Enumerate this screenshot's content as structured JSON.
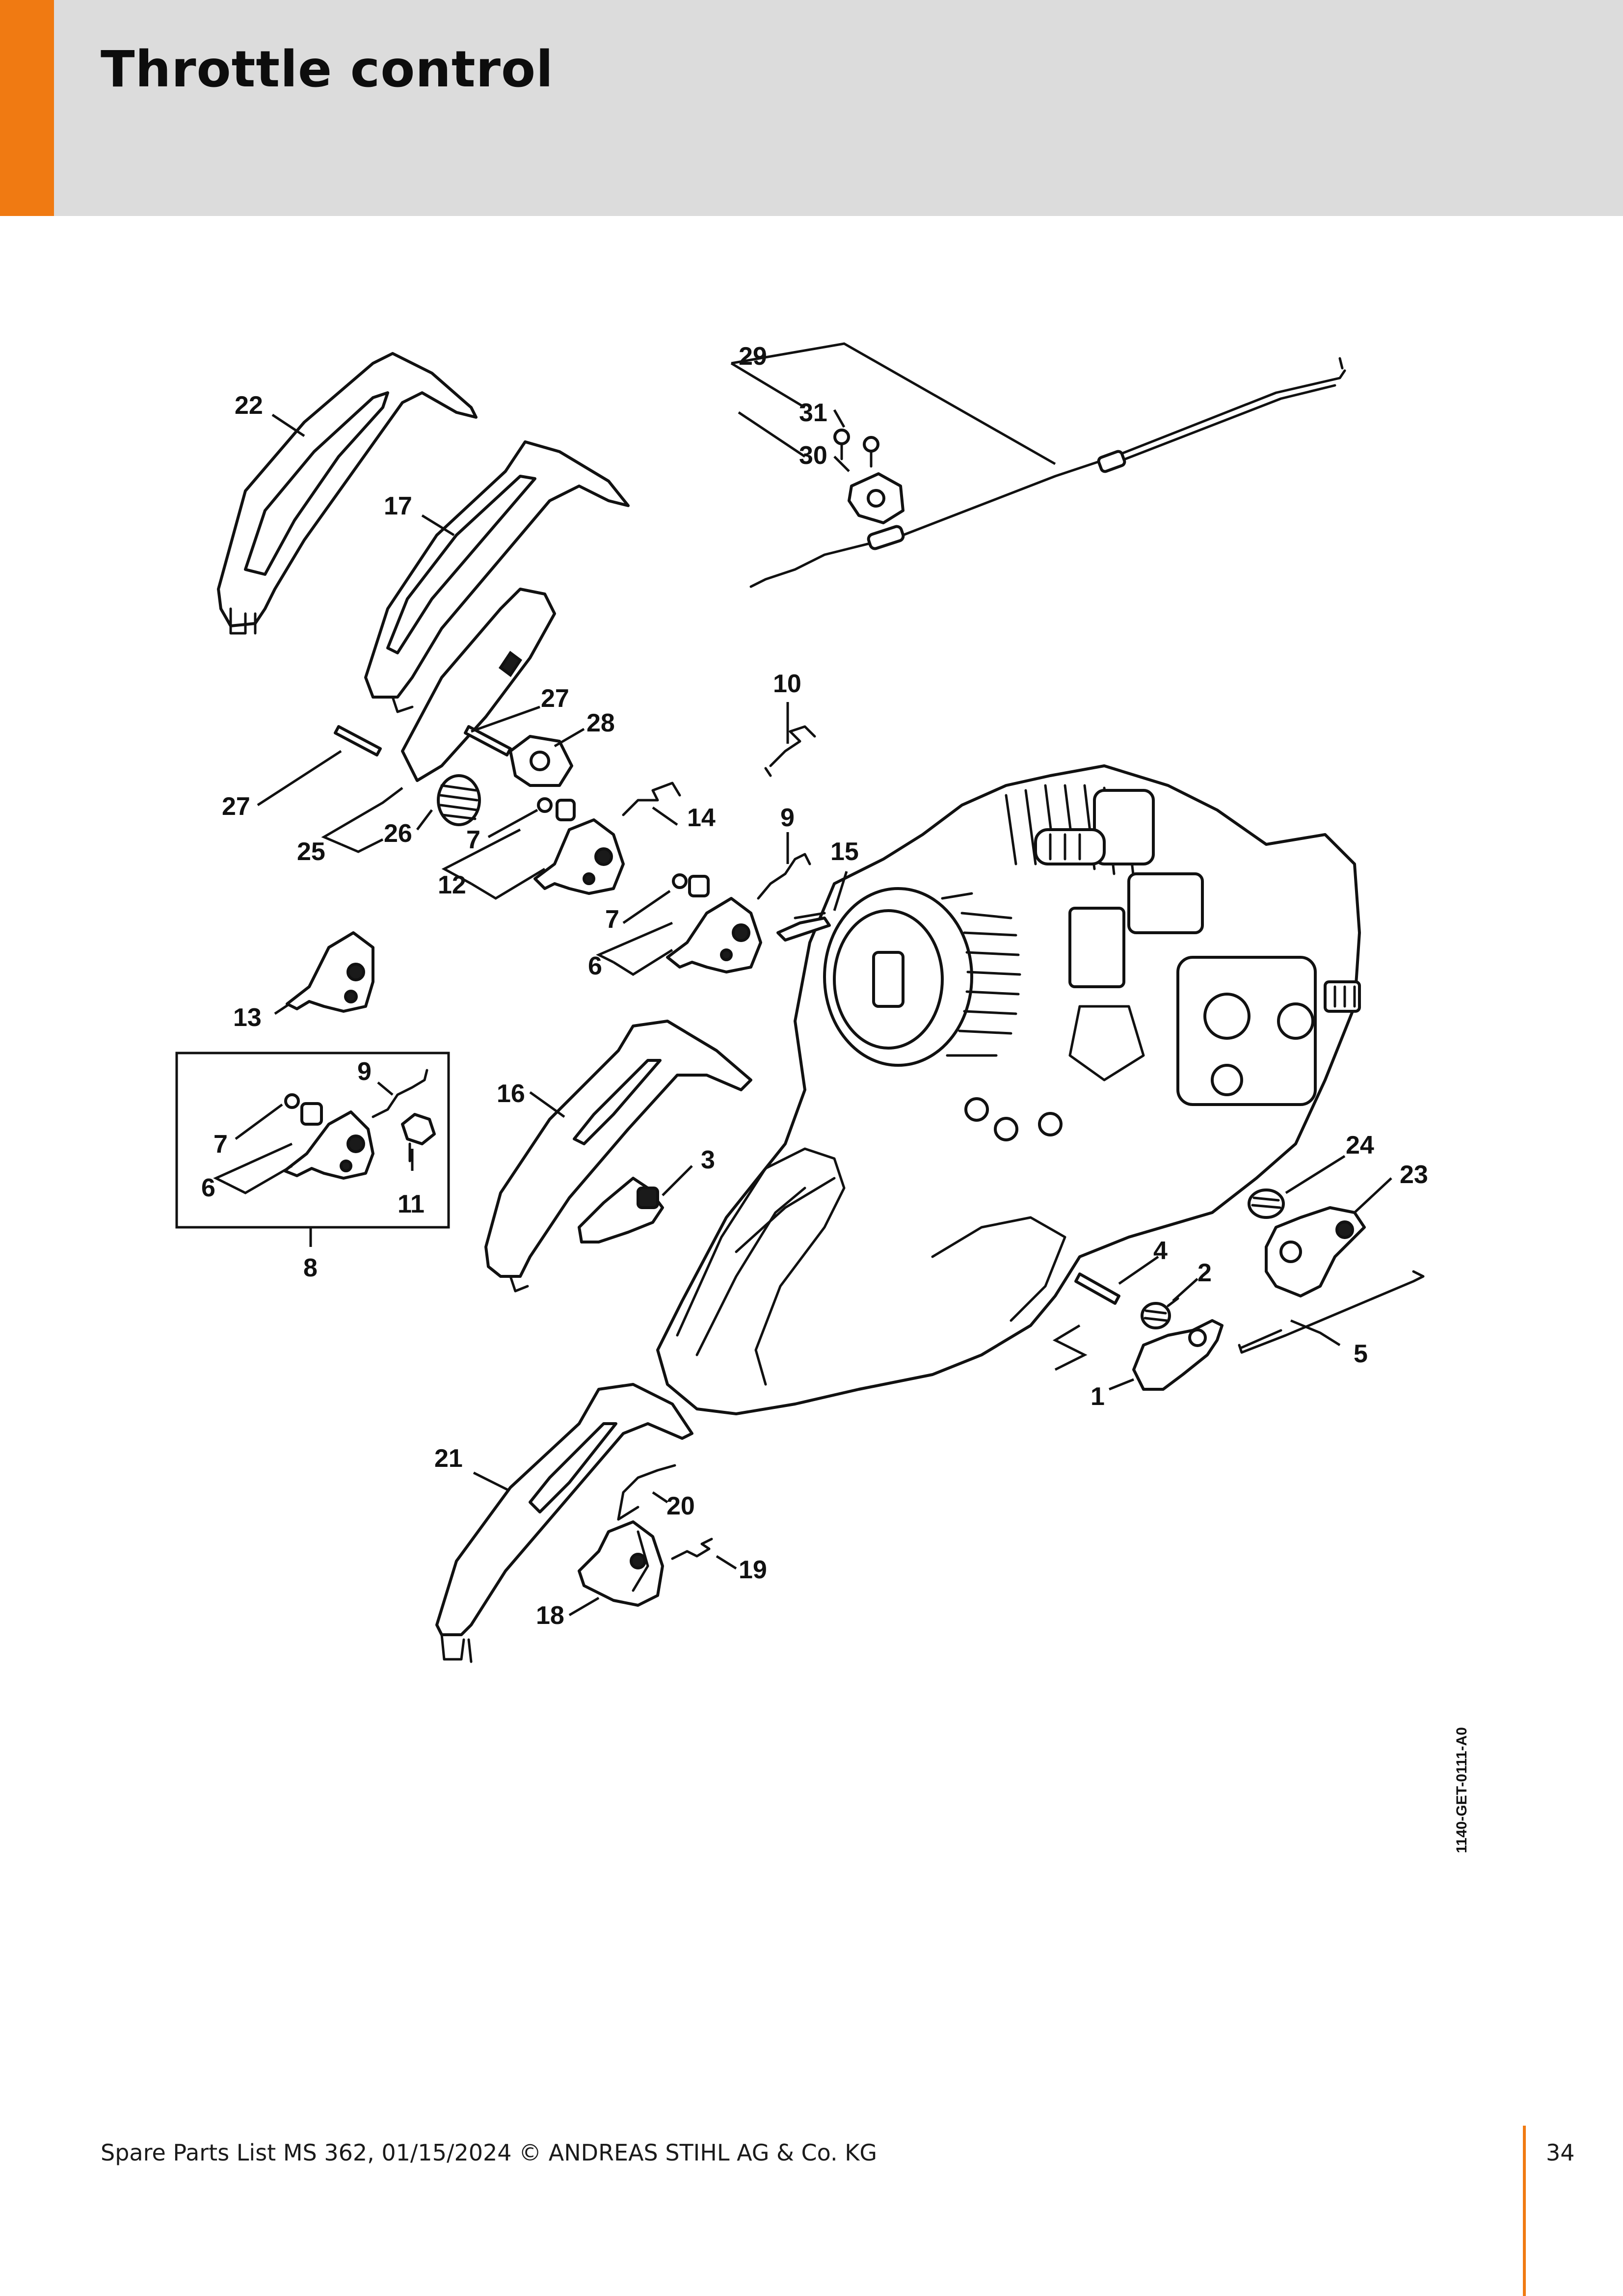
{
  "header": {
    "title": "Throttle control"
  },
  "diagram": {
    "drawing_code": "1140-GET-0111-A0",
    "callouts": {
      "c1": "1",
      "c2": "2",
      "c3": "3",
      "c4": "4",
      "c5": "5",
      "c6a": "6",
      "c6b": "6",
      "c7a": "7",
      "c7b": "7",
      "c7c": "7",
      "c8": "8",
      "c9a": "9",
      "c9b": "9",
      "c10": "10",
      "c11": "11",
      "c12": "12",
      "c13": "13",
      "c14": "14",
      "c15": "15",
      "c16": "16",
      "c17": "17",
      "c18": "18",
      "c19": "19",
      "c20": "20",
      "c21": "21",
      "c22": "22",
      "c23": "23",
      "c24": "24",
      "c25": "25",
      "c26": "26",
      "c27a": "27",
      "c27b": "27",
      "c28": "28",
      "c29": "29",
      "c30": "30",
      "c31": "31"
    }
  },
  "footer": {
    "text": "Spare Parts List MS 362, 01/15/2024 © ANDREAS STIHL AG & Co. KG",
    "page_number": "34"
  },
  "colors": {
    "accent": "#f07a12",
    "header_band": "#dcdcdc",
    "ink": "#111111"
  }
}
